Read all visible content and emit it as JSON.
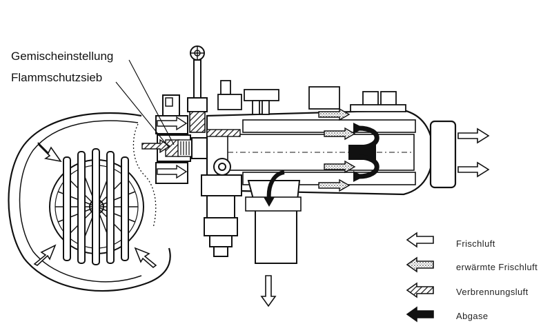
{
  "callouts": {
    "mixture_setting": "Gemischeinstellung",
    "flame_screen": "Flammschutzsieb"
  },
  "legend": [
    {
      "label": "Frischluft",
      "icon": "hollow-arrow-icon"
    },
    {
      "label": "erwärmte Frischluft",
      "icon": "stippled-arrow-icon"
    },
    {
      "label": "Verbrennungsluft",
      "icon": "hatched-arrow-icon"
    },
    {
      "label": "Abgase",
      "icon": "solid-arrow-icon"
    }
  ],
  "colors": {
    "ink": "#111111",
    "paper": "#ffffff",
    "stipple": "#888888"
  }
}
